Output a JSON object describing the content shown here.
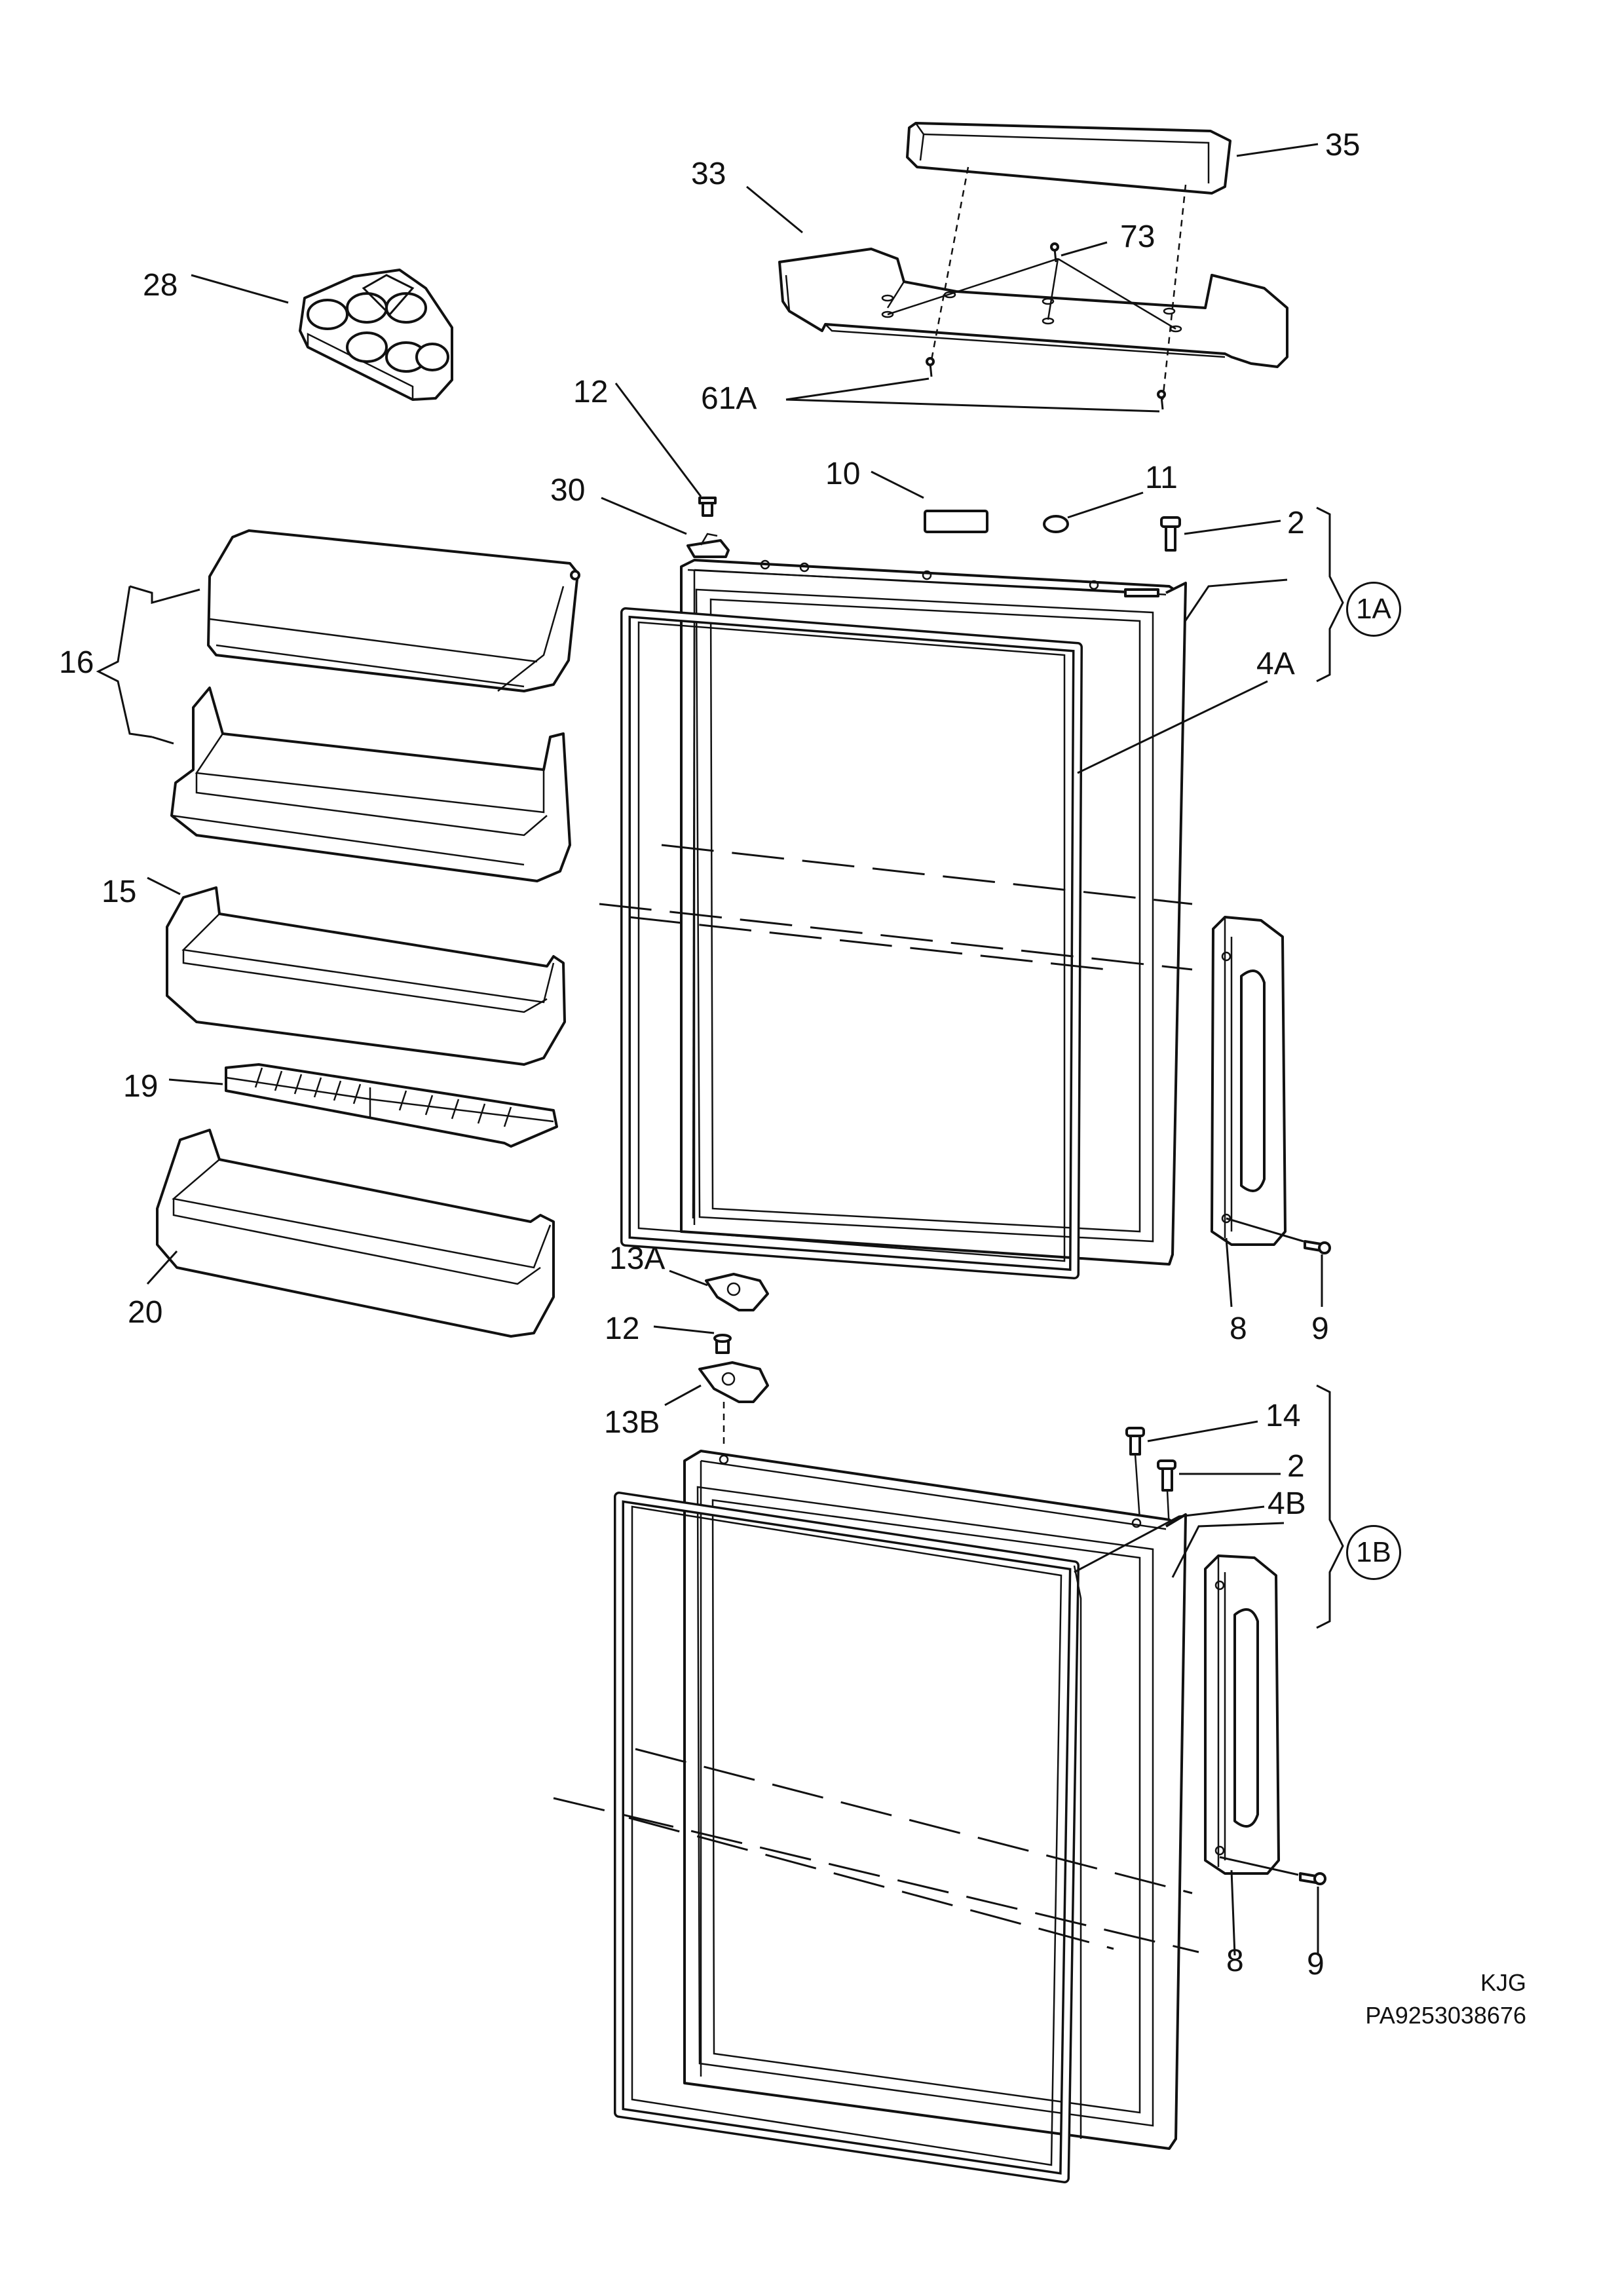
{
  "labels": {
    "l35": "35",
    "l33": "33",
    "l73": "73",
    "l28": "28",
    "l61a": "61A",
    "l12a": "12",
    "l10": "10",
    "l11": "11",
    "l30": "30",
    "l2a": "2",
    "l16": "16",
    "l4a": "4A",
    "l15": "15",
    "l19": "19",
    "l20": "20",
    "l13a": "13A",
    "l12b": "12",
    "l13b": "13B",
    "l8a": "8",
    "l9a": "9",
    "l14": "14",
    "l2b": "2",
    "l4b": "4B",
    "l8b": "8",
    "l9b": "9"
  },
  "assemblies": {
    "a1": "1A",
    "b1": "1B"
  },
  "footer": {
    "code": "KJG",
    "ref": "PA9253038676"
  }
}
